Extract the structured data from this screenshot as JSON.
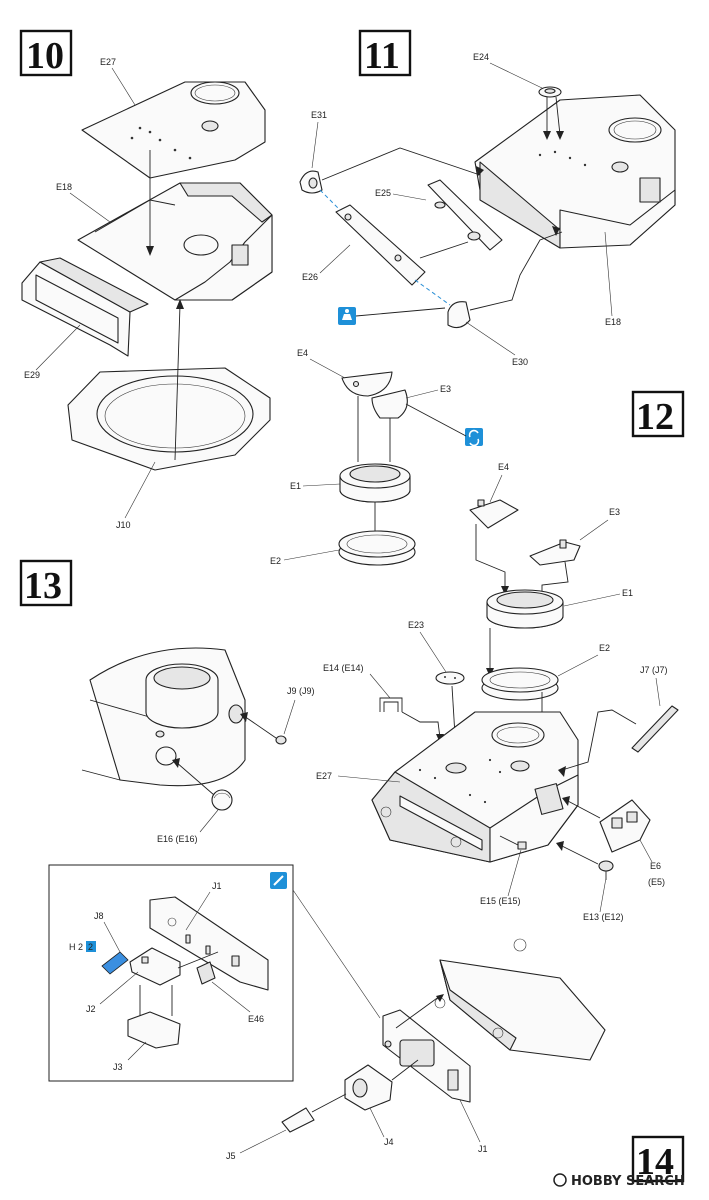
{
  "steps": {
    "s10": "10",
    "s11": "11",
    "s12": "12",
    "s13": "13",
    "s14": "14"
  },
  "labels": {
    "e27_a": "E27",
    "e18_a": "E18",
    "e29": "E29",
    "j10": "J10",
    "e24": "E24",
    "e31": "E31",
    "e25": "E25",
    "e26": "E26",
    "e18_b": "E18",
    "e30": "E30",
    "e4_a": "E4",
    "e3_a": "E3",
    "e1_a": "E1",
    "e2_a": "E2",
    "e4_b": "E4",
    "e3_b": "E3",
    "e1_b": "E1",
    "e23": "E23",
    "e2_b": "E2",
    "e14": "E14 (E14)",
    "j7": "J7 (J7)",
    "e27_b": "E27",
    "e6": "E6",
    "e5": "(E5)",
    "e15": "E15 (E15)",
    "e13": "E13 (E12)",
    "j9": "J9 (J9)",
    "e16": "E16 (E16)",
    "j1_a": "J1",
    "j8": "J8",
    "j2": "J2",
    "e46": "E46",
    "j3": "J3",
    "j5": "J5",
    "j4": "J4",
    "j1_b": "J1",
    "paint_code_h": "H",
    "paint_code_num1": "2",
    "paint_code_num2": "2"
  },
  "icons": {
    "glue_icon": "glue-tube-icon",
    "rotate_icon": "rotatable-parts-icon",
    "paint_icon": "paint-brush-icon"
  },
  "colors": {
    "accent": "#1e90d8",
    "line": "#222222",
    "paper": "#ffffff"
  },
  "watermark": {
    "brand": "HOBBY SEARCH"
  }
}
